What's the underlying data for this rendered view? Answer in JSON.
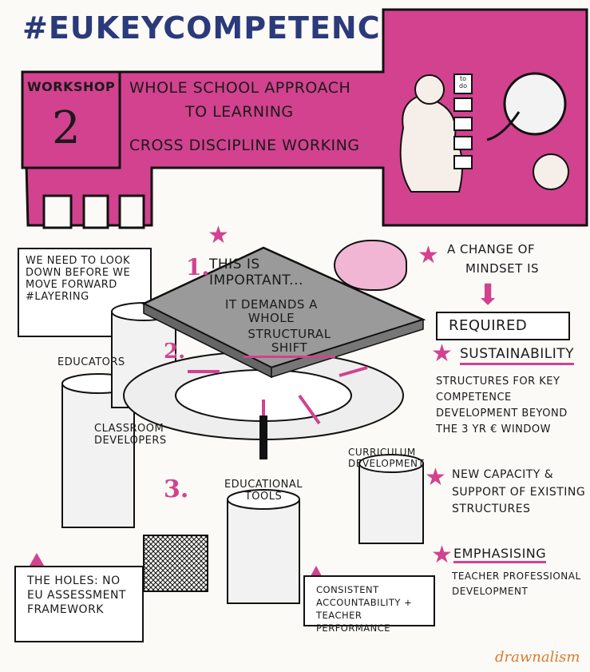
{
  "title": "#EUKEYCOMPETENCES",
  "workshop": {
    "label": "WORKSHOP",
    "number": "2"
  },
  "banner_lines": [
    "WHOLE SCHOOL APPROACH",
    "TO LEARNING",
    "CROSS DISCIPLINE WORKING"
  ],
  "checklist_items": [
    "to do",
    "",
    "",
    "",
    ""
  ],
  "left_note": "WE NEED TO LOOK DOWN BEFORE WE MOVE FORWARD #LAYERING",
  "center": {
    "number1": "1.",
    "line1": "THIS IS IMPORTANT...",
    "line2": "IT DEMANDS A WHOLE",
    "underlined": "STRUCTURAL SHIFT"
  },
  "number2": "2.",
  "number3": "3.",
  "pillars": {
    "educators": "EDUCATORS",
    "classroom": "CLASSROOM DEVELOPERS",
    "tools": "EDUCATIONAL TOOLS",
    "curriculum": "CURRICULUM DEVELOPMENT"
  },
  "mindset": {
    "line1": "A CHANGE OF",
    "line2": "MINDSET IS",
    "required": "REQUIRED"
  },
  "bullets": [
    {
      "title": "SUSTAINABILITY",
      "text": "STRUCTURES FOR KEY COMPETENCE DEVELOPMENT BEYOND THE 3 YR € WINDOW"
    },
    {
      "title": "",
      "text": "NEW CAPACITY & SUPPORT OF EXISTING STRUCTURES"
    },
    {
      "title": "EMPHASISING",
      "text": "TEACHER PROFESSIONAL DEVELOPMENT"
    }
  ],
  "holes_box": "THE HOLES: NO EU ASSESSMENT FRAMEWORK",
  "accountability_box": "CONSISTENT ACCOUNTABILITY + TEACHER PERFORMANCE",
  "watermark": "drawnalism",
  "colors": {
    "accent": "#d2428f",
    "ink": "#111111",
    "grey_platform": "#9a9a9a"
  }
}
